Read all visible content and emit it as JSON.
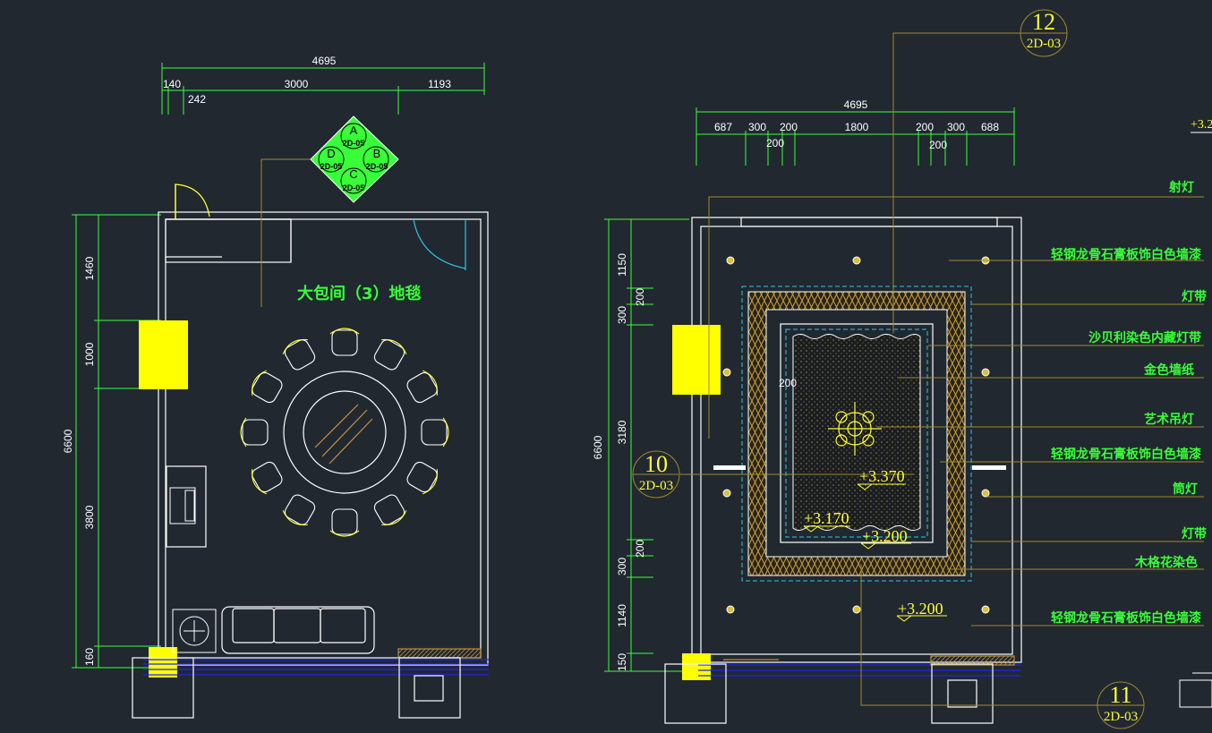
{
  "plan": {
    "dims_top": {
      "total": "4695",
      "d1": "140",
      "d2": "242",
      "d3": "3000",
      "d4": "1193"
    },
    "dims_left": {
      "total": "6600",
      "d1": "1460",
      "d2": "1000",
      "d3": "3800",
      "d4": "160"
    },
    "room_label": "大包间（3）地毯",
    "index_tag": {
      "a": "A",
      "b": "B",
      "c": "C",
      "d": "D",
      "ref": "2D-05"
    }
  },
  "ceiling": {
    "dims_top": {
      "total": "4695",
      "d1": "687",
      "d2": "300",
      "d3": "200",
      "d4": "200",
      "d5": "1800",
      "d6": "200",
      "d7": "300",
      "d8": "688",
      "d9": "200"
    },
    "dims_left": {
      "total": "6600",
      "d1": "1150",
      "d2": "200",
      "d3": "300",
      "d4": "3180",
      "d5": "200",
      "d6": "300",
      "d7": "1140",
      "d8": "150"
    },
    "inner_dim": "200",
    "levels": {
      "l1": "+3.370",
      "l2": "+3.170",
      "l3": "+3.200",
      "l4": "+3.200"
    },
    "edge_level": "+3.2",
    "callouts": [
      "射灯",
      "轻钢龙骨石膏板饰白色墙漆",
      "灯带",
      "沙贝利染色内藏灯带",
      "金色墙纸",
      "艺术吊灯",
      "轻钢龙骨石膏板饰白色墙漆",
      "筒灯",
      "灯带",
      "木格花染色",
      "轻钢龙骨石膏板饰白色墙漆"
    ],
    "bubbles": [
      {
        "num": "12",
        "ref": "2D-03"
      },
      {
        "num": "10",
        "ref": "2D-03"
      },
      {
        "num": "11",
        "ref": "2D-03"
      }
    ]
  },
  "colors": {
    "dimension": "#39ff39",
    "wall": "#ffffff",
    "accent": "#ffff00",
    "leader": "#a08a2a",
    "window": "#2020ff"
  }
}
